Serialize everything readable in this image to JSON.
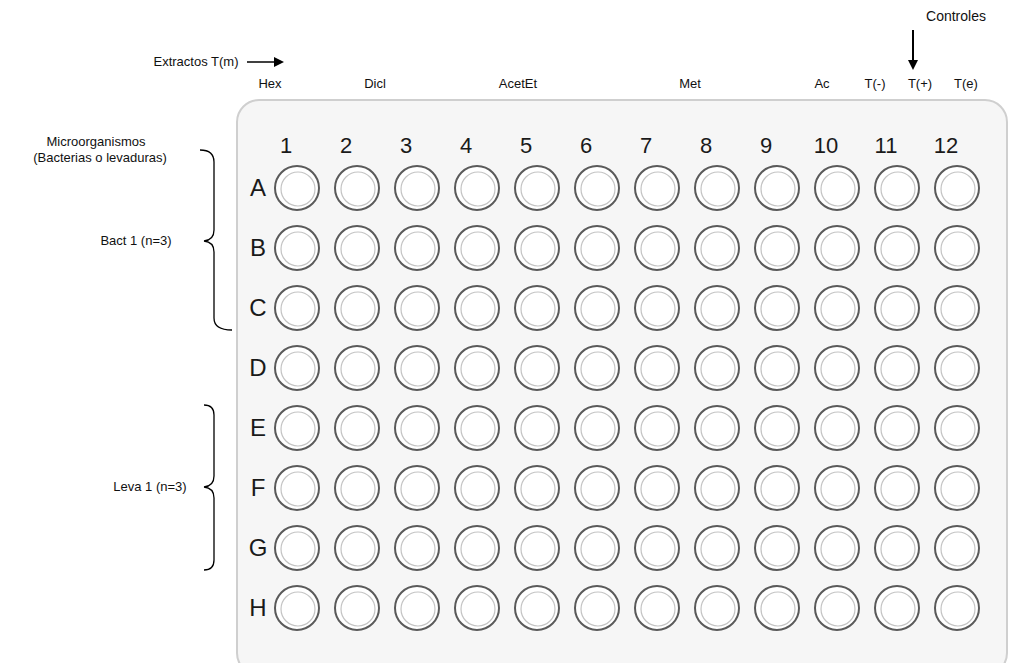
{
  "diagram": {
    "labels": [
      "Controles",
      "Extractos T(m)",
      "Hex",
      "Dicl",
      "AcetEt",
      "Met",
      "Ac",
      "T(-)",
      "T(+)",
      "T(e)",
      "1",
      "2",
      "3",
      "4",
      "5",
      "6",
      "7",
      "8",
      "9",
      "10",
      "11",
      "12",
      "A",
      "B",
      "C",
      "D",
      "E",
      "F",
      "G",
      "H",
      "Microorganismos",
      "(Bacterias o levaduras)",
      "Bact 1 (n=3)",
      "Leva 1 (n=3)"
    ]
  }
}
